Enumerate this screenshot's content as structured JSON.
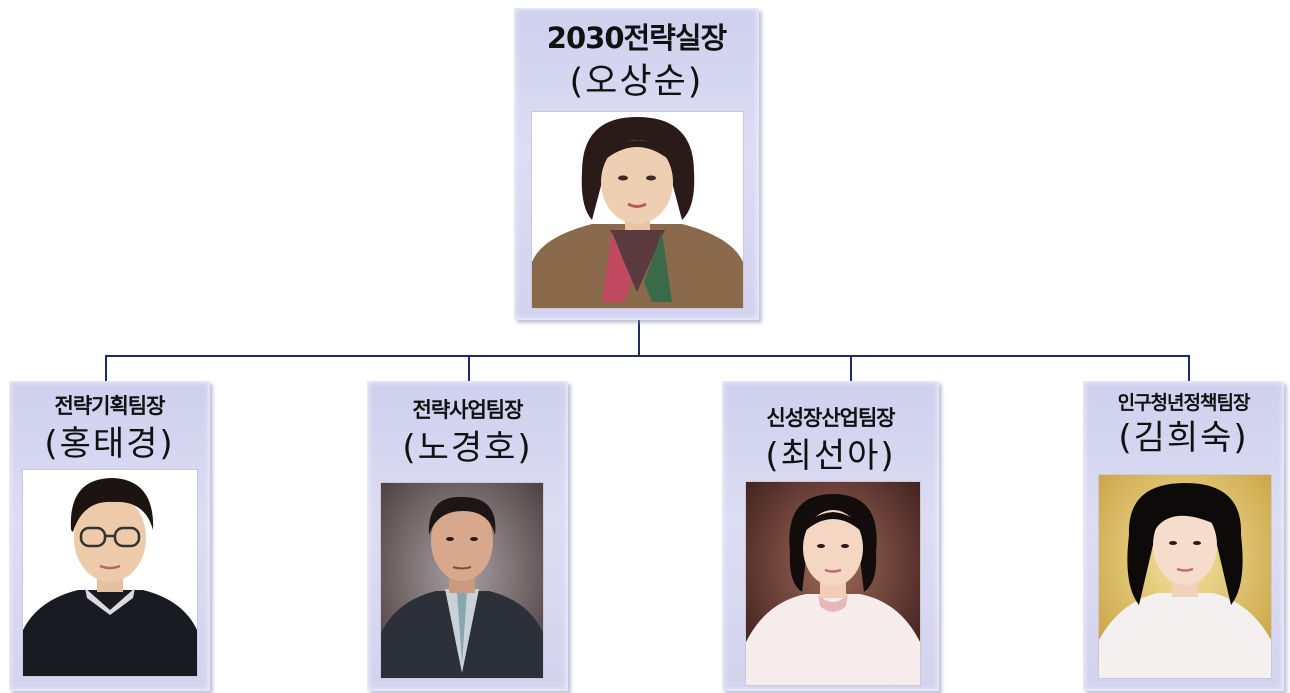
{
  "org": {
    "head": {
      "title": "2030전략실장",
      "name": "(오상순)"
    },
    "teams": [
      {
        "title": "전략기획팀장",
        "name": "(홍태경)"
      },
      {
        "title": "전략사업팀장",
        "name": "(노경호)"
      },
      {
        "title": "신성장산업팀장",
        "name": "(최선아)"
      },
      {
        "title": "인구청년정책팀장",
        "name": "(김희숙)"
      }
    ]
  },
  "colors": {
    "connector": "#1f2a6b",
    "card": "#d6d6f0"
  }
}
